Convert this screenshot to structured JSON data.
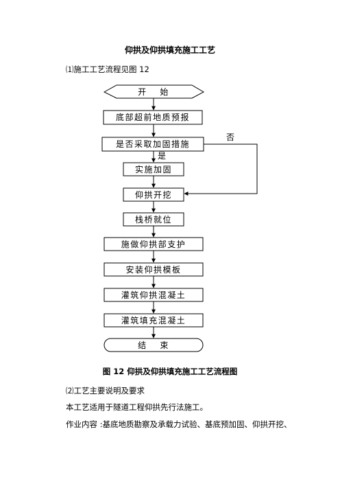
{
  "doc_title": "仰拱及仰拱填充施工工艺",
  "section1": "⑴施工工艺流程见图 12",
  "flow": {
    "start": "开　 始",
    "step1": "底部超前地质预报",
    "decision": "是否采取加固措施",
    "no_label": "否",
    "yes_label": "是",
    "step2": "实施加固",
    "step3": "仰拱开挖",
    "step4": "栈桥就位",
    "step5": "施做仰拱部支护",
    "step6": "安装仰拱模板",
    "step7": "灌筑仰拱混凝土",
    "step8": "灌筑填充混凝土",
    "end": "结　 束"
  },
  "figure_caption": "图 12  仰拱及仰拱填充施工工艺流程图",
  "section2": "⑵工艺主要说明及要求",
  "para1": "本工艺适用于隧道工程仰拱先行法施工。",
  "para2": "作业内容 :基底地质勘察及承载力试验、基底预加固、仰拱开挖、"
}
